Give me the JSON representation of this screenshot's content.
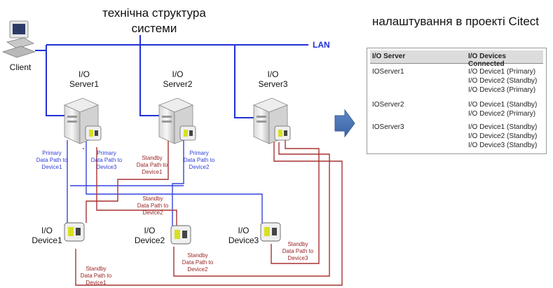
{
  "left_title": [
    "технічна структура",
    "системи"
  ],
  "right_title": "налаштування в проекті Citect",
  "lan_label": "LAN",
  "client_label": "Client",
  "servers": [
    {
      "line1": "I/O",
      "line2": "Server1"
    },
    {
      "line1": "I/O",
      "line2": "Server2"
    },
    {
      "line1": "I/O",
      "line2": "Server3"
    }
  ],
  "devices": [
    {
      "line1": "I/O",
      "line2": "Device1"
    },
    {
      "line1": "I/O",
      "line2": "Device2"
    },
    {
      "line1": "I/O",
      "line2": "Device3"
    }
  ],
  "paths": [
    {
      "kind": "primary",
      "lines": [
        "Primary",
        "Data Path to",
        "Device1"
      ]
    },
    {
      "kind": "primary",
      "lines": [
        "Primary",
        "Data Path to",
        "Device3"
      ]
    },
    {
      "kind": "standby",
      "lines": [
        "Standby",
        "Data Path to",
        "Device1"
      ]
    },
    {
      "kind": "primary",
      "lines": [
        "Primary",
        "Data Path to",
        "Device2"
      ]
    },
    {
      "kind": "standby",
      "lines": [
        "Standby",
        "Data Path to",
        "Device2"
      ]
    },
    {
      "kind": "standby",
      "lines": [
        "Standby",
        "Data Path to",
        "Device3"
      ]
    },
    {
      "kind": "standby",
      "lines": [
        "Standby",
        "Data Path to",
        "Device2"
      ]
    },
    {
      "kind": "standby",
      "lines": [
        "Standby",
        "Data Path to",
        "Device1"
      ]
    }
  ],
  "config_table": {
    "headers": [
      "I/O Server",
      "I/O Devices Connected"
    ],
    "rows": [
      {
        "server": "IOServer1",
        "devices": [
          "I/O Device1 (Primary)",
          "I/O Device2 (Standby)",
          "I/O Device3 (Primary)"
        ]
      },
      {
        "server": "IOServer2",
        "devices": [
          "I/O Device1 (Standby)",
          "I/O Device2 (Primary)"
        ]
      },
      {
        "server": "IOServer3",
        "devices": [
          "I/O Device1 (Standby)",
          "I/O Device2 (Standby)",
          "I/O Device3 (Standby)"
        ]
      }
    ]
  },
  "colors": {
    "lan": "#2030d8",
    "primary": "#3344dd",
    "standby": "#a83232",
    "arrow": "#4a74b5"
  }
}
